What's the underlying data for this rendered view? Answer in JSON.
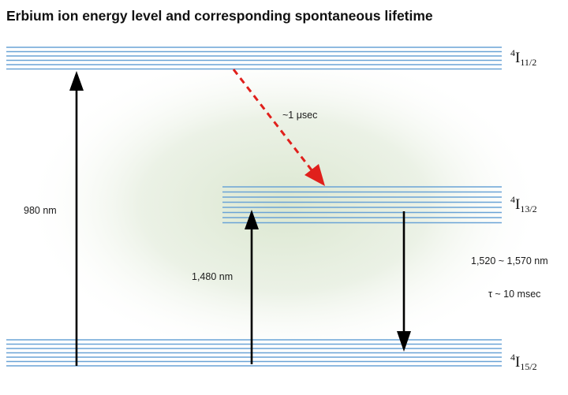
{
  "title": "Erbium ion energy level and corresponding spontaneous lifetime",
  "levels": {
    "upper": {
      "prefix": "4",
      "main": "I",
      "sub": "11/2"
    },
    "middle": {
      "prefix": "4",
      "main": "I",
      "sub": "13/2"
    },
    "ground": {
      "prefix": "4",
      "main": "I",
      "sub": "15/2"
    }
  },
  "transitions": {
    "pump_980": "980 nm",
    "pump_1480": "1,480 nm",
    "nonradiative": "~1 μsec",
    "emission": "1,520 ~ 1,570 nm",
    "lifetime": "τ ~ 10 msec"
  },
  "colors": {
    "level_line": "#6aa3d6",
    "arrow": "#000000",
    "nonradiative_arrow": "#e0201c",
    "glow": "#dfe9d6"
  }
}
